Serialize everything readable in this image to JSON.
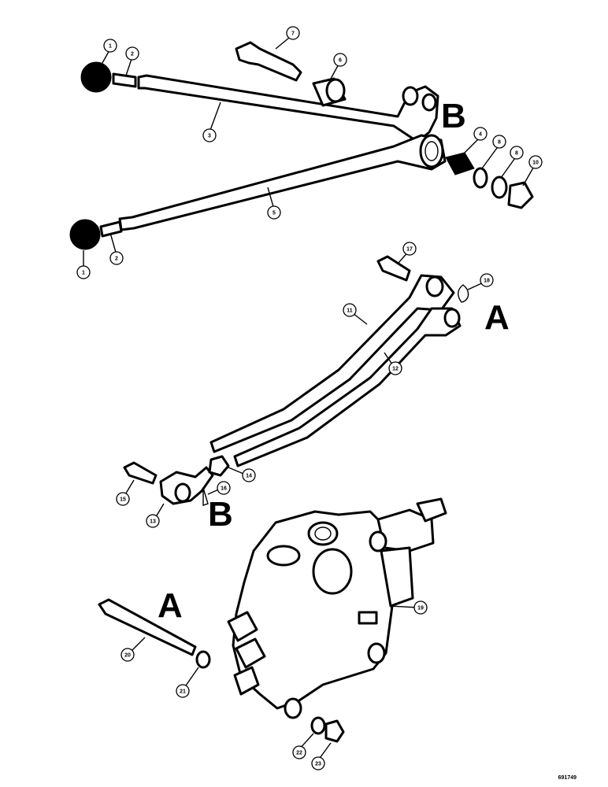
{
  "figure": {
    "reference": "691749",
    "assembly_letters": [
      {
        "id": "B-top",
        "text": "B"
      },
      {
        "id": "A-right",
        "text": "A"
      },
      {
        "id": "B-bottom",
        "text": "B"
      },
      {
        "id": "A-left",
        "text": "A"
      }
    ],
    "callouts": [
      {
        "id": "c1a",
        "text": "1"
      },
      {
        "id": "c2a",
        "text": "2"
      },
      {
        "id": "c7",
        "text": "7"
      },
      {
        "id": "c6",
        "text": "6"
      },
      {
        "id": "c3",
        "text": "3"
      },
      {
        "id": "c4",
        "text": "4"
      },
      {
        "id": "c8a",
        "text": "8"
      },
      {
        "id": "c8b",
        "text": "8"
      },
      {
        "id": "c10",
        "text": "10"
      },
      {
        "id": "c5",
        "text": "5"
      },
      {
        "id": "c2b",
        "text": "2"
      },
      {
        "id": "c1b",
        "text": "1"
      },
      {
        "id": "c17",
        "text": "17"
      },
      {
        "id": "c18",
        "text": "18"
      },
      {
        "id": "c11",
        "text": "11"
      },
      {
        "id": "c12",
        "text": "12"
      },
      {
        "id": "c14",
        "text": "14"
      },
      {
        "id": "c16",
        "text": "16"
      },
      {
        "id": "c15",
        "text": "15"
      },
      {
        "id": "c13",
        "text": "13"
      },
      {
        "id": "c19",
        "text": "19"
      },
      {
        "id": "c20",
        "text": "20"
      },
      {
        "id": "c21",
        "text": "21"
      },
      {
        "id": "c22",
        "text": "22"
      },
      {
        "id": "c23",
        "text": "23"
      }
    ]
  }
}
